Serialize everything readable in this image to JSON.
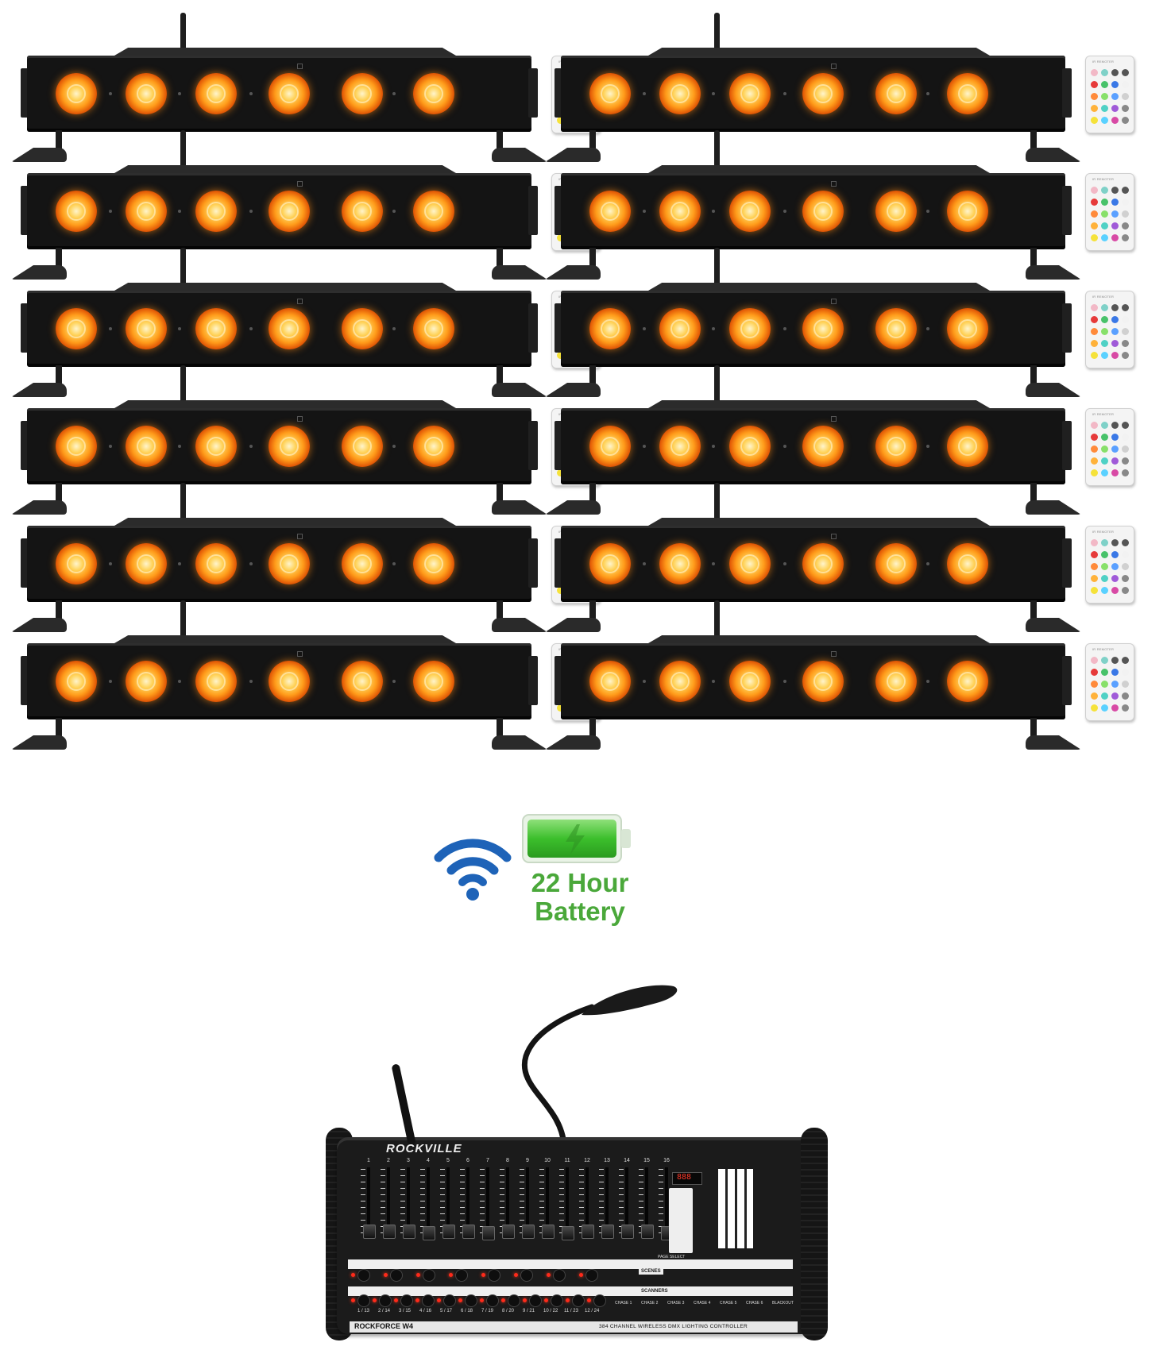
{
  "units": [
    {
      "id": "bar-1"
    },
    {
      "id": "bar-2"
    },
    {
      "id": "bar-3"
    },
    {
      "id": "bar-4"
    },
    {
      "id": "bar-5"
    },
    {
      "id": "bar-6"
    },
    {
      "id": "bar-7"
    },
    {
      "id": "bar-8"
    },
    {
      "id": "bar-9"
    },
    {
      "id": "bar-10"
    },
    {
      "id": "bar-11"
    },
    {
      "id": "bar-12"
    }
  ],
  "leds_per_bar": 6,
  "remote": {
    "label": "IR REMOTER"
  },
  "battery": {
    "line1": "22 Hour",
    "line2": "Battery",
    "color": "#4aa83a"
  },
  "wifi": {
    "icon": "wifi-icon",
    "color": "#1e63b8"
  },
  "console": {
    "brand": "ROCKVILLE",
    "model": "ROCKFORCE W4",
    "description": "384 CHANNEL WIRELESS DMX LIGHTING CONTROLLER",
    "display": "888",
    "channels": [
      "1",
      "2",
      "3",
      "4",
      "5",
      "6",
      "7",
      "8",
      "9",
      "10",
      "11",
      "12",
      "13",
      "14",
      "15",
      "16"
    ],
    "scenes_label": "SCENES",
    "scanners_label": "SCANNERS",
    "channel_pairs": [
      "1 / 13",
      "2 / 14",
      "3 / 15",
      "4 / 16",
      "5 / 17",
      "6 / 18",
      "7 / 19",
      "8 / 20",
      "9 / 21",
      "10 / 22",
      "11 / 23",
      "12 / 24"
    ],
    "chase_labels": [
      "CHASE 1",
      "CHASE 2",
      "CHASE 3",
      "CHASE 4",
      "CHASE 5",
      "CHASE 6",
      "BLACKOUT"
    ],
    "page_select": "PAGE SELECT"
  }
}
